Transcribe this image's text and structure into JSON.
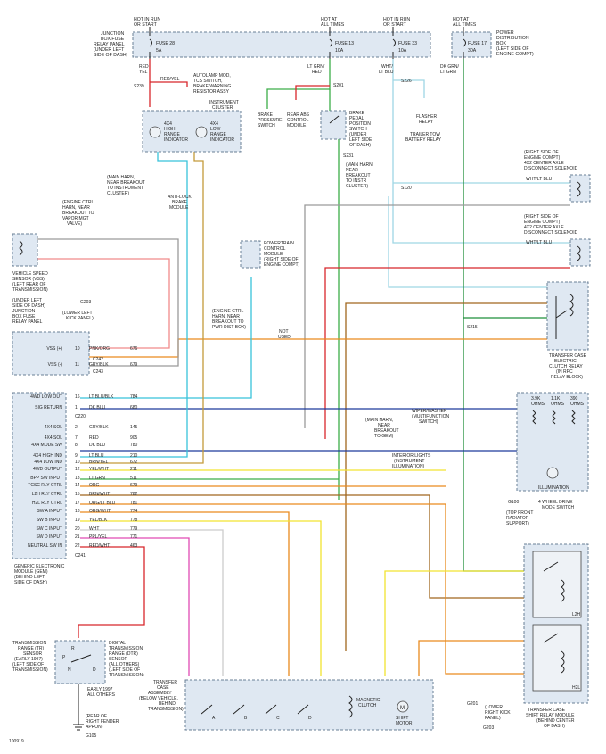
{
  "hot_labels": [
    {
      "lines": [
        "HOT IN RUN",
        "OR START"
      ]
    },
    {
      "lines": [
        "HOT AT",
        "ALL TIMES"
      ]
    },
    {
      "lines": [
        "HOT IN RUN",
        "OR START"
      ]
    },
    {
      "lines": [
        "HOT AT",
        "ALL TIMES"
      ]
    }
  ],
  "fuse_panels": {
    "junction": {
      "label_lines": [
        "JUNCTION",
        "BOX FUSE",
        "RELAY PANEL",
        "(UNDER LEFT",
        "SIDE OF DASH)"
      ],
      "fuses": [
        {
          "name": "FUSE 28",
          "rating": "5A"
        },
        {
          "name": "FUSE 13",
          "rating": "10A"
        },
        {
          "name": "FUSE 33",
          "rating": "10A"
        }
      ]
    },
    "power_dist": {
      "label_lines": [
        "POWER",
        "DISTRIBUTION",
        "BOX",
        "(LEFT SIDE OF",
        "ENGINE COMPT)"
      ],
      "fuse": {
        "name": "FUSE 17",
        "rating": "30A"
      }
    }
  },
  "wire_labels": [
    {
      "text": "RED"
    },
    {
      "text": "YEL"
    },
    {
      "text": "RED/YEL"
    },
    {
      "text": "S239"
    },
    {
      "text": "LT GRN/"
    },
    {
      "text": "RED"
    },
    {
      "text": "S201"
    },
    {
      "text": "WHT/"
    },
    {
      "text": "LT BLU"
    },
    {
      "text": "DK GRN/"
    },
    {
      "text": "LT GRN"
    },
    {
      "text": "S226"
    },
    {
      "text": "S231"
    },
    {
      "text": "S120"
    }
  ],
  "top_components": [
    {
      "lines": [
        "AUTOLAMP MOD,",
        "TCS SWITCH,",
        "BRAKE WARNING",
        "RESISTOR ASSY"
      ]
    },
    {
      "lines": [
        "BRAKE",
        "PRESSURE",
        "SWITCH"
      ]
    },
    {
      "lines": [
        "REAR ABS",
        "CONTROL",
        "MODULE"
      ]
    },
    {
      "lines": [
        "BRAKE",
        "PEDAL",
        "POSITION",
        "SWITCH",
        "(UNDER",
        "LEFT SIDE",
        "OF DASH)"
      ]
    },
    {
      "lines": [
        "FLASHER",
        "RELAY"
      ]
    },
    {
      "lines": [
        "TRAILER TOW",
        "BATTERY RELAY"
      ]
    }
  ],
  "cluster": {
    "label_lines": [
      "INSTRUMENT",
      "CLUSTER"
    ],
    "indicators": [
      {
        "lines": [
          "4X4",
          "HIGH",
          "RANGE",
          "INDICATOR"
        ]
      },
      {
        "lines": [
          "4X4",
          "LOW",
          "RANGE",
          "INDICATOR"
        ]
      }
    ]
  },
  "right_components": {
    "solenoid1": {
      "lines": [
        "(RIGHT SIDE OF",
        "ENGINE COMPT)",
        "4X2 CENTER AXLE",
        "DISCONNECT SOLENOID"
      ],
      "wire": "WHT/LT BLU"
    },
    "solenoid2": {
      "lines": [
        "(RIGHT SIDE OF",
        "ENGINE COMPT)",
        "4X2 CENTER AXLE",
        "DISCONNECT SOLENOID"
      ],
      "wire": "WHT/LT BLU"
    },
    "clutch_relay": {
      "lines": [
        "TRANSFER CASE",
        "ELECTRIC",
        "CLUTCH RELAY",
        "(IN RPC",
        "RELAY BLOCK)"
      ]
    },
    "mode_switch": {
      "lines": [
        "4 WHEEL DRIVE",
        "MODE SWITCH"
      ],
      "resistors": [
        "3.9K",
        "OHMS",
        "1.1K",
        "OHMS",
        "390",
        "OHMS"
      ],
      "illum": "ILLUMINATION"
    },
    "shift_relay": {
      "lines": [
        "TRANSFER CASE",
        "SHIFT RELAY MODULE",
        "(BEHIND CENTER",
        "OF DASH)"
      ],
      "relays": [
        "L2H",
        "H2L"
      ]
    }
  },
  "left_components": {
    "vss_label": [
      "(ENGINE CTRL",
      "HARN, NEAR",
      "BREAKOUT TO",
      "VAPOR MGT",
      "VALVE)"
    ],
    "vss": [
      "VEHICLE SPEED",
      "SENSOR (VSS)",
      "(LEFT REAR OF",
      "TRANSMISSION)"
    ],
    "g203": [
      "G203",
      "(LOWER LEFT",
      "KICK PANEL)"
    ],
    "junction_note": [
      "(UNDER LEFT",
      "SIDE OF DASH)",
      "JUNCTION",
      "BOX FUSE",
      "RELAY PANEL"
    ],
    "pcm": [
      "POWERTRAIN",
      "CONTROL",
      "MODULE",
      "(RIGHT SIDE OF",
      "ENGINE COMPT)"
    ],
    "pcm_note": [
      "(ENGINE CTRL",
      "HARN, NEAR",
      "BREAKOUT TO",
      "PWR DIST BOX)"
    ],
    "not_used": [
      "NOT",
      "USED"
    ],
    "antilock": [
      "ANTI-LOCK",
      "BRAKE",
      "MODULE"
    ],
    "cluster_break": [
      "(MAIN HARN,",
      "NEAR BREAKOUT",
      "TO INSTRUMENT",
      "CLUSTER)"
    ],
    "main_harn_instr": [
      "(MAIN HARN,",
      "NEAR",
      "BREAKOUT",
      "TO INSTR",
      "CLUSTER)"
    ]
  },
  "gem": {
    "pins": [
      {
        "label": "VSS (+)",
        "pin": "10",
        "circuit": "676",
        "color": "PNK/ORG"
      },
      {
        "label": "VSS (-)",
        "pin": "11",
        "circuit": "679",
        "color": "GRY/BLK"
      },
      {
        "label": "4WD LOW OUT",
        "pin": "16",
        "circuit": "784",
        "color": "LT BLU/BLK"
      },
      {
        "label": "SIG RETURN",
        "pin": "1",
        "circuit": "680",
        "color": "DK BLU"
      },
      {
        "label": "4X4 SOL",
        "pin": "2",
        "circuit": "145",
        "color": "GRY/BLK"
      },
      {
        "label": "4X4 SOL",
        "pin": "7",
        "circuit": "905",
        "color": "RED"
      },
      {
        "label": "4X4 MODE SW",
        "pin": "8",
        "circuit": "780",
        "color": "DK BLU"
      },
      {
        "label": "4X4 HIGH IND",
        "pin": "9",
        "circuit": "210",
        "color": "LT BLU"
      },
      {
        "label": "4X4 LOW IND",
        "pin": "10",
        "circuit": "672",
        "color": "BRN/YEL"
      },
      {
        "label": "4WD OUTPUT",
        "pin": "12",
        "circuit": "211",
        "color": "YEL/WHT"
      },
      {
        "label": "BPP SW INPUT",
        "pin": "13",
        "circuit": "511",
        "color": "LT GRN"
      },
      {
        "label": "TCSC RLY CTRL",
        "pin": "14",
        "circuit": "679",
        "color": "ORG"
      },
      {
        "label": "L2H RLY CTRL",
        "pin": "15",
        "circuit": "782",
        "color": "BRN/WHT"
      },
      {
        "label": "H2L RLY CTRL",
        "pin": "17",
        "circuit": "781",
        "color": "ORG/LT BLU"
      },
      {
        "label": "SW A INPUT",
        "pin": "18",
        "circuit": "774",
        "color": "ORG/WHT"
      },
      {
        "label": "SW B INPUT",
        "pin": "19",
        "circuit": "778",
        "color": "YEL/BLK"
      },
      {
        "label": "SW C INPUT",
        "pin": "20",
        "circuit": "779",
        "color": "WHT"
      },
      {
        "label": "SW D INPUT",
        "pin": "21",
        "circuit": "771",
        "color": "PPL/YEL"
      },
      {
        "label": "NEUTRAL SW IN",
        "pin": "22",
        "circuit": "463",
        "color": "RED/WHT"
      }
    ],
    "connectors": [
      "C242",
      "C220",
      "C243",
      "C241"
    ],
    "label_lines": [
      "GENERIC ELECTRONIC",
      "MODULE (GEM)",
      "(BEHIND LEFT",
      "SIDE OF DASH)"
    ]
  },
  "center_notes": {
    "wiper": [
      "WIPER/WASHER",
      "(MULTIFUNCTION",
      "SWITCH)"
    ],
    "main_harn_gem": [
      "(MAIN HARN,",
      "NEAR",
      "BREAKOUT",
      "TO GEM)"
    ],
    "interior": [
      "INTERIOR LIGHTS",
      "(INSTRUMENT",
      "ILLUMINATION)"
    ],
    "g100": [
      "G100",
      "(TOP FRONT",
      "RADIATOR",
      "SUPPORT)"
    ],
    "s215": "S215"
  },
  "bottom": {
    "tr_sensor": [
      "TRANSMISSION",
      "RANGE (TR)",
      "SENSOR",
      "(EARLY 1997)",
      "(LEFT SIDE OF",
      "TRANSMISSION)"
    ],
    "dtr_sensor": [
      "DIGITAL",
      "TRANSMISSION",
      "RANGE (DTR)",
      "SENSOR",
      "(ALL OTHERS)",
      "(LEFT SIDE OF",
      "TRANSMISSION)"
    ],
    "prnd": [
      "P",
      "R",
      "N",
      "D"
    ],
    "early_note": [
      "EARLY 1997",
      "ALL OTHERS"
    ],
    "g105": [
      "G105",
      "(REAR OF",
      "RIGHT FENDER",
      "APRON)"
    ],
    "tc_assy": [
      "TRANSFER",
      "CASE",
      "ASSEMBLY",
      "(BELOW VEHICLE,",
      "BEHIND",
      "TRANSMISSION)"
    ],
    "magnetic_clutch": [
      "MAGNETIC",
      "CLUTCH"
    ],
    "shift_motor": [
      "SHIFT",
      "MOTOR"
    ],
    "abcd": [
      "A",
      "B",
      "C",
      "D"
    ],
    "g201": [
      "G201",
      "(LOWER",
      "RIGHT KICK",
      "PANEL)"
    ],
    "g203b": "G203",
    "diagram_id": "100919"
  }
}
